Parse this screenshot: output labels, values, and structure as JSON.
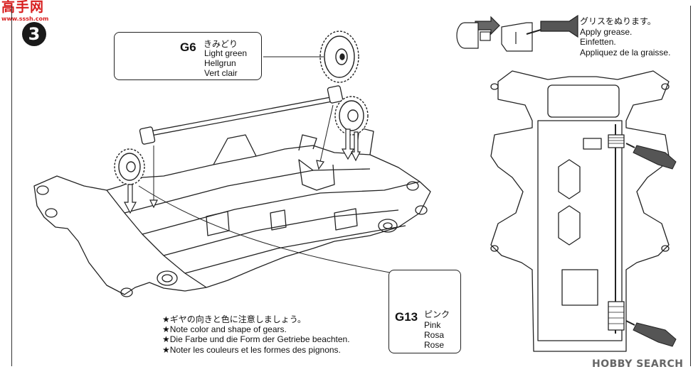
{
  "watermark": {
    "site": "高手网",
    "url": "www.sssh.com"
  },
  "step": {
    "number": "3"
  },
  "callout_g6": {
    "code": "G6",
    "japanese": "きみどり",
    "names": [
      "Light green",
      "Hellgrun",
      "Vert clair"
    ]
  },
  "callout_g13": {
    "code": "G13",
    "japanese": "ピンク",
    "names": [
      "Pink",
      "Rosa",
      "Rose"
    ]
  },
  "grease": {
    "lines": [
      "グリスをぬります。",
      "Apply grease.",
      "Einfetten.",
      "Appliquez de la graisse."
    ]
  },
  "notes": {
    "lines": [
      "★ギヤの向きと色に注意しましょう。",
      "★Note color and shape of gears.",
      "★Die Farbe und die Form der Getriebe beachten.",
      "★Noter les couleurs et les formes des pignons."
    ]
  },
  "logo": {
    "text": "HOBBY SEARCH"
  },
  "colors": {
    "ink": "#1a1a1a",
    "watermark": "#d81e1e",
    "logo": "#666666"
  }
}
